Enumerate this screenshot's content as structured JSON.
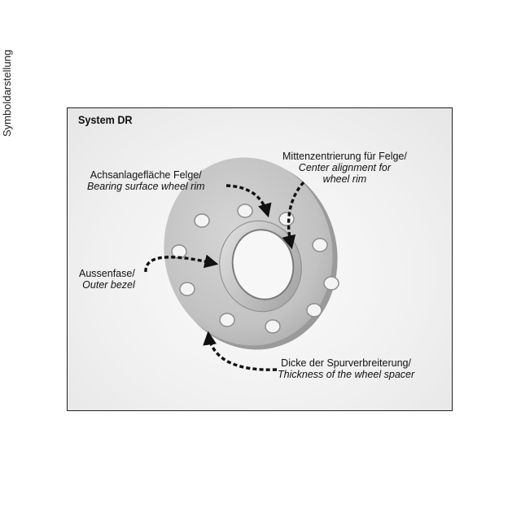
{
  "side_label": "Symboldarstellung",
  "diagram": {
    "title": "System DR",
    "labels": {
      "bearing": {
        "de": "Achsanlagefläche Felge/",
        "en": "Bearing surface wheel rim"
      },
      "center": {
        "de": "Mittenzentrierung für Felge/",
        "en": "Center alignment for",
        "en2": "wheel rim"
      },
      "bezel": {
        "de": "Aussenfase/",
        "en": "Outer bezel"
      },
      "thickness": {
        "de": "Dicke der Spurverbreiterung/",
        "en": "Thickness of the wheel spacer"
      }
    },
    "colors": {
      "spacer": "#c4c4c4",
      "frame": "#222222",
      "arrow": "#111111"
    }
  }
}
